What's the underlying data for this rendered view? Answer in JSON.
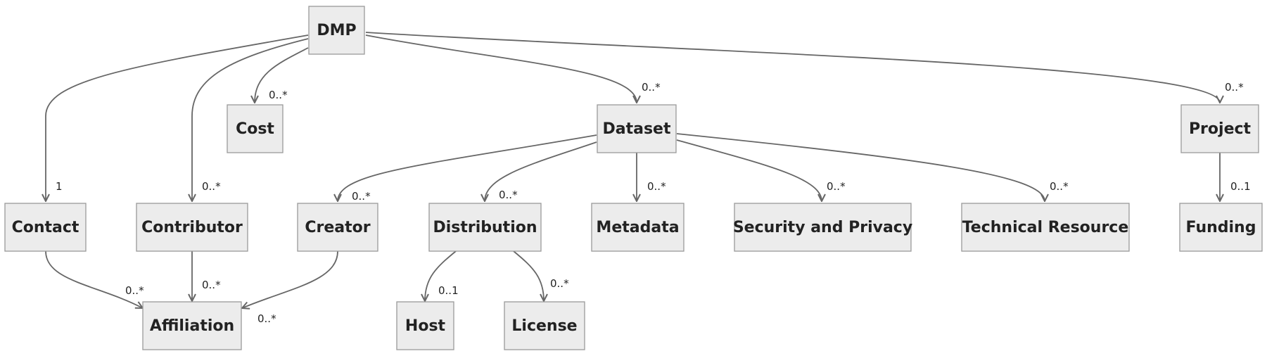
{
  "nodes": {
    "dmp": "DMP",
    "cost": "Cost",
    "dataset": "Dataset",
    "project": "Project",
    "contact": "Contact",
    "contributor": "Contributor",
    "creator": "Creator",
    "distribution": "Distribution",
    "metadata": "Metadata",
    "security": "Security and Privacy",
    "technical": "Technical Resource",
    "funding": "Funding",
    "affiliation": "Affiliation",
    "host": "Host",
    "license": "License"
  },
  "edges": {
    "dmp_contact": "1",
    "dmp_contributor": "0..*",
    "dmp_cost": "0..*",
    "dmp_dataset": "0..*",
    "dmp_project": "0..*",
    "dataset_creator": "0..*",
    "dataset_distribution": "0..*",
    "dataset_metadata": "0..*",
    "dataset_security": "0..*",
    "dataset_technical": "0..*",
    "project_funding": "0..1",
    "contact_affiliation": "0..*",
    "contributor_affiliation": "0..*",
    "creator_affiliation": "0..*",
    "distribution_host": "0..1",
    "distribution_license": "0..*"
  }
}
